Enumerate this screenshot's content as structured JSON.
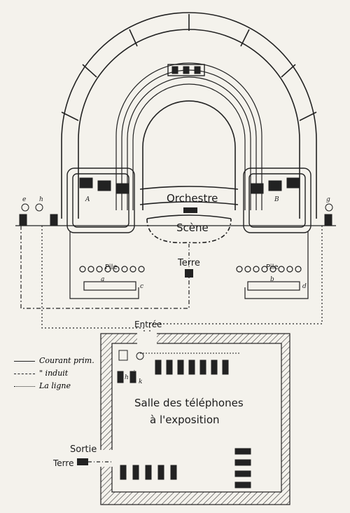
{
  "labels": {
    "orchestre": "Orchestre",
    "scene": "Scène",
    "terre_top": "Terre",
    "entree": "Entrée",
    "pile_left": "Pile",
    "pile_right": "Pile",
    "salle_line1": "Salle des téléphones",
    "salle_line2": "à l'exposition",
    "sortie": "Sortie",
    "terre_bottom": "Terre"
  },
  "legend": [
    {
      "text": "Courant prim.",
      "style": "solid"
    },
    {
      "text": "\" induit",
      "style": "dash-dot"
    },
    {
      "text": "La ligne",
      "style": "dotted"
    }
  ],
  "letters": {
    "e": "e",
    "h": "h",
    "g": "g",
    "c": "c",
    "d": "d",
    "a": "a",
    "b": "b",
    "h2": "h",
    "i": "i",
    "k": "k",
    "A": "A",
    "B": "B"
  },
  "colors": {
    "ink": "#1c1c1c",
    "paper": "#f4f2ec"
  }
}
